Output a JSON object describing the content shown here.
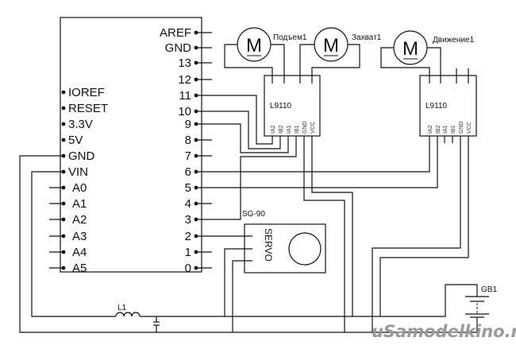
{
  "arduino": {
    "right_pins": [
      "AREF",
      "GND",
      "13",
      "12",
      "11",
      "10",
      "9",
      "8",
      "7",
      "6",
      "5",
      "4",
      "3",
      "2",
      "1",
      "0"
    ],
    "left_pins": [
      "IOREF",
      "RESET",
      "3.3V",
      "5V",
      "GND",
      "VIN",
      "A0",
      "A1",
      "A2",
      "A3",
      "A4",
      "A5"
    ]
  },
  "motors": [
    {
      "symbol": "M",
      "label": "Подъем1"
    },
    {
      "symbol": "M",
      "label": "Захват1"
    },
    {
      "symbol": "M",
      "label": "Движение1"
    }
  ],
  "drivers": [
    {
      "label": "L9110",
      "pins": [
        "IA2",
        "IB2",
        "IA1",
        "IB1",
        "GND",
        "VCC"
      ]
    },
    {
      "label": "L9110",
      "pins": [
        "IA2",
        "IB2",
        "IA1",
        "IB1",
        "GND",
        "VCC"
      ]
    }
  ],
  "servo": {
    "label": "SG-90",
    "body_text": "SERVO"
  },
  "inductor": {
    "label": "L1"
  },
  "battery": {
    "label": "GB1"
  },
  "watermark": "uSamodelkino.ru"
}
